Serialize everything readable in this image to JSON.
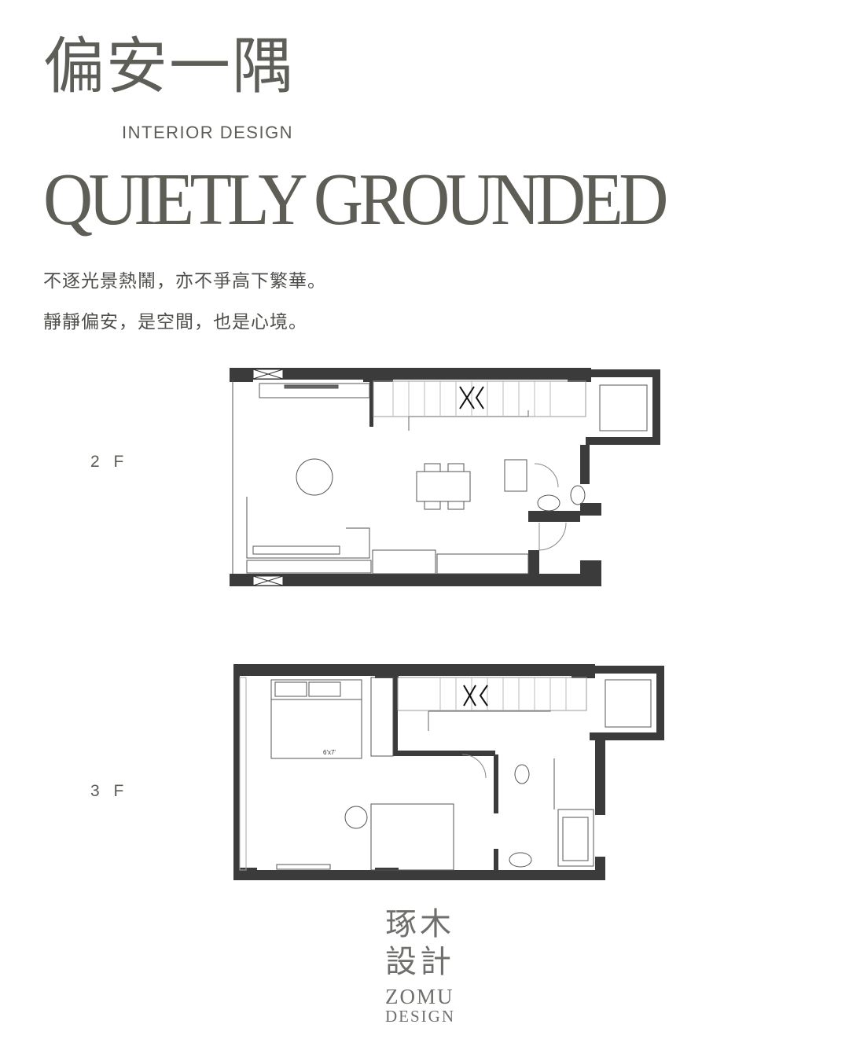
{
  "header": {
    "title_cn": "偏安一隅",
    "subtitle": "INTERIOR DESIGN",
    "title_en": "QUIETLY GROUNDED"
  },
  "intro": {
    "line1": "不逐光景熱鬧，亦不爭高下繁華。",
    "line2": "靜靜偏安，是空間，也是心境。"
  },
  "plans": {
    "floor2": {
      "label": "2 F"
    },
    "floor3": {
      "label": "3 F",
      "bed_size": "6'x7'"
    }
  },
  "colors": {
    "text": "#5b5b56",
    "wall": "#3b3b3b",
    "line": "#555555"
  },
  "logo": {
    "cn_line1": "琢木",
    "cn_line2": "設計",
    "en_line1": "ZOMU",
    "en_line2": "DESIGN"
  }
}
